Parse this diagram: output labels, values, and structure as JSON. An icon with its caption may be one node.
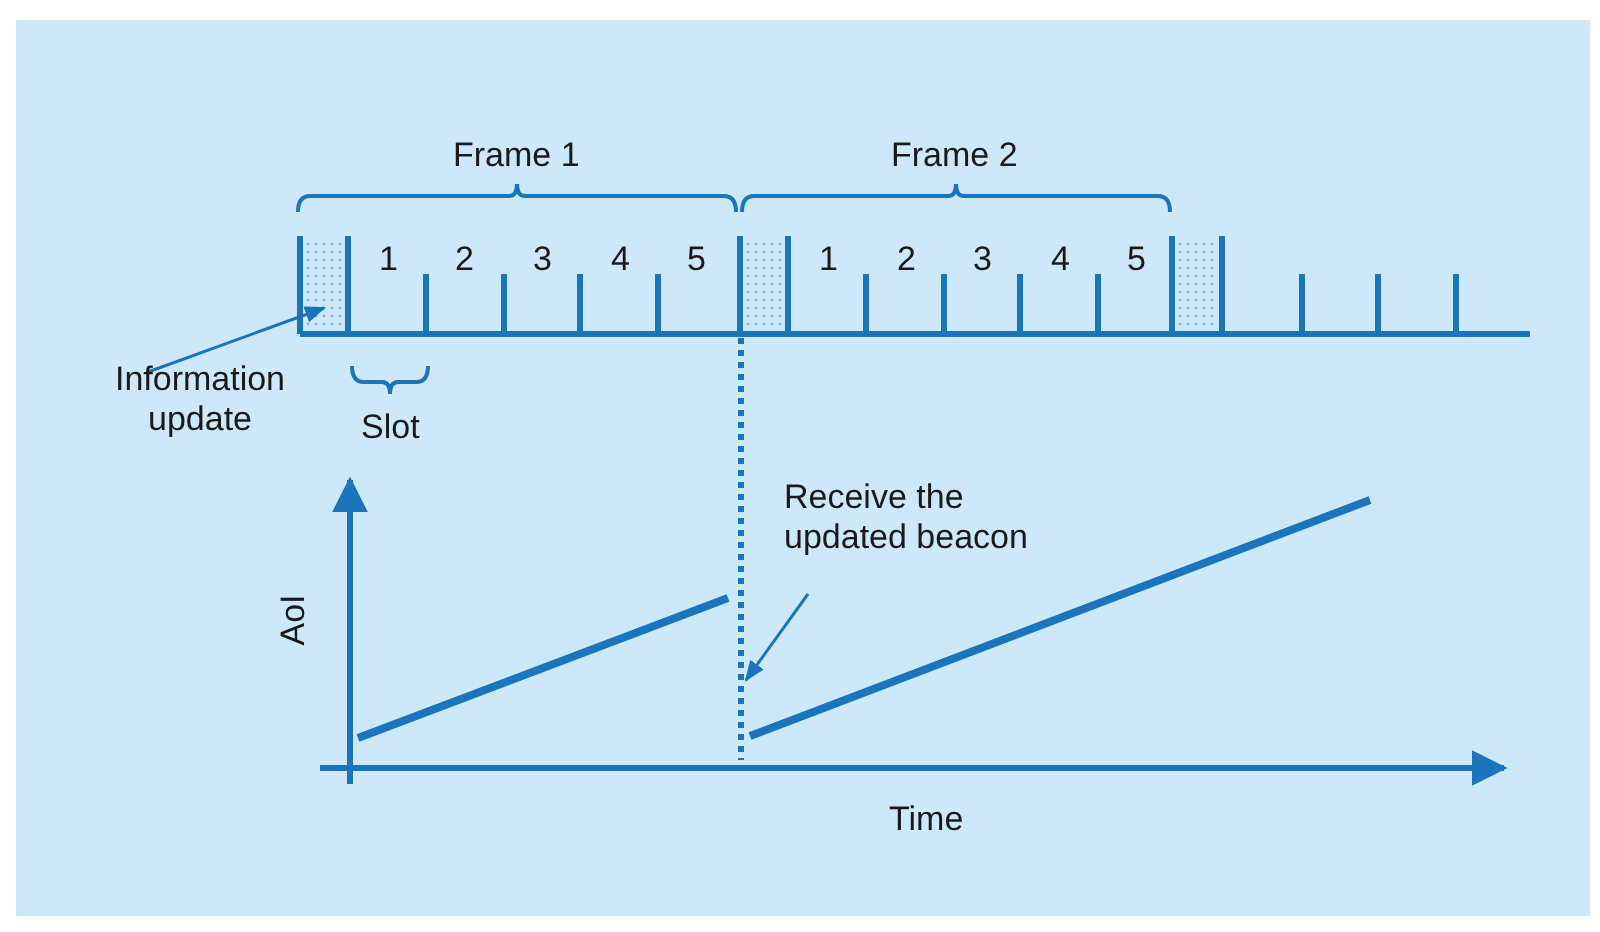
{
  "diagram": {
    "nodes": [
      {
        "text": [],
        "shape": "box"
      },
      {
        "text": [],
        "shape": "box"
      },
      {
        "text": [],
        "shape": "box"
      },
      {
        "text": [
          "Information update"
        ]
      },
      {
        "text": [],
        "shape": "line"
      },
      {
        "text": [
          "Receive the updated beacon"
        ]
      }
    ],
    "edges": [
      {
        "from": 3,
        "to": 0,
        "arrow": "to"
      },
      {
        "from": 5,
        "to": 4,
        "arrow": "to"
      }
    ],
    "labels": [
      "Frame 1",
      "Frame 2",
      "1",
      "2",
      "3",
      "4",
      "5",
      "1",
      "2",
      "3",
      "4",
      "5",
      "Slot",
      "AoI",
      "Time"
    ]
  }
}
